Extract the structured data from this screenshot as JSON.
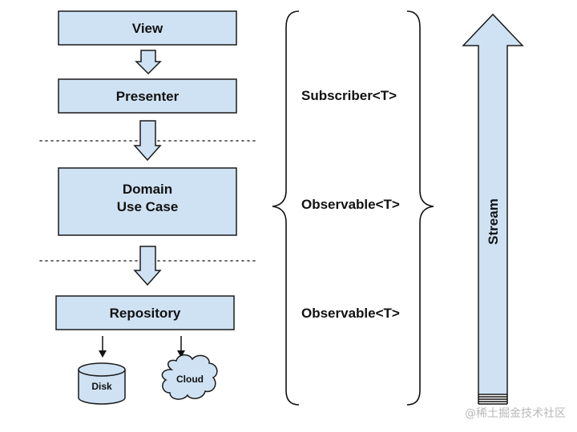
{
  "layers": {
    "view": "View",
    "presenter": "Presenter",
    "domain_line1": "Domain",
    "domain_line2": "Use Case",
    "repository": "Repository"
  },
  "storage": {
    "disk": "Disk",
    "cloud": "Cloud"
  },
  "types": {
    "subscriber": "Subscriber<T>",
    "observable_domain": "Observable<T>",
    "observable_repository": "Observable<T>"
  },
  "stream": "Stream",
  "watermark": "@稀土掘金技术社区",
  "colors": {
    "box_fill": "#cfe2f3",
    "stroke": "#1a1a1a"
  }
}
